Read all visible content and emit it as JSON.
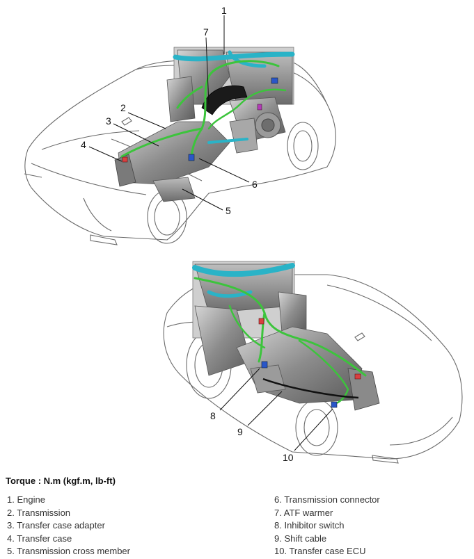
{
  "callouts": {
    "c1": "1",
    "c2": "2",
    "c3": "3",
    "c4": "4",
    "c5": "5",
    "c6": "6",
    "c7": "7",
    "c8": "8",
    "c9": "9",
    "c10": "10"
  },
  "torque_title": "Torque : N.m (kgf.m, lb-ft)",
  "legend_left": [
    "1. Engine",
    "2. Transmission",
    "3. Transfer case adapter",
    "4. Transfer case",
    "5. Transmission cross member"
  ],
  "legend_right": [
    "6. Transmission connector",
    "7. ATF warmer",
    "8. Inhibitor switch",
    "9. Shift cable",
    "10. Transfer case ECU"
  ],
  "colors": {
    "harness_green": "#3cc43c",
    "harness_cyan": "#2ab3c7",
    "connector_blue": "#2a56c8",
    "connector_red": "#d94040",
    "metal_gray": "#8f8f8f",
    "outline": "#555555"
  }
}
